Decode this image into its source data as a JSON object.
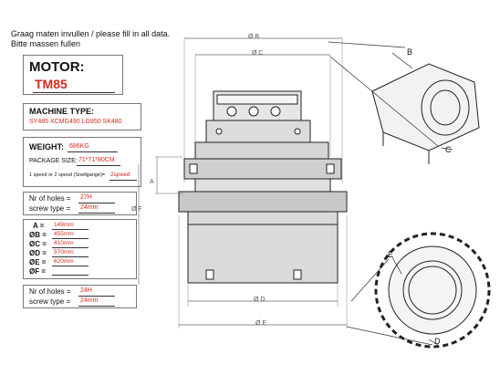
{
  "header": {
    "line1": "Graag maten invullen / please fill in all data.",
    "line2": "Bitte massen fullen"
  },
  "motor": {
    "label": "MOTOR:",
    "value": "TM85"
  },
  "machine": {
    "label": "MACHINE TYPE:",
    "value": "SY485 XCMG490 LG950 SK480"
  },
  "weight": {
    "label": "WEIGHT:",
    "value": "686KG"
  },
  "package": {
    "label": "PACKAGE SIZE:",
    "value": "71*71*80CM"
  },
  "speed": {
    "label": "1 speed or 2 speed (Snellgange)=",
    "value": "2speed"
  },
  "holes_top": {
    "nr_label": "Nr of holes =",
    "nr_value": "27H",
    "screw_label": "screw type =",
    "screw_value": "24mm"
  },
  "dimensions": [
    {
      "label": "A =",
      "value": "149mm"
    },
    {
      "label": "ØB =",
      "value": "455mm"
    },
    {
      "label": "ØC =",
      "value": "410mm"
    },
    {
      "label": "ØD =",
      "value": "570mm"
    },
    {
      "label": "ØE =",
      "value": "620mm"
    },
    {
      "label": "ØF =",
      "value": ""
    }
  ],
  "holes_bottom": {
    "nr_label": "Nr of holes =",
    "nr_value": "24H",
    "screw_label": "screw type =",
    "screw_value": "24mm"
  },
  "drawing_labels": {
    "b_top": "Ø B",
    "c_top": "Ø C",
    "a_side": "A",
    "f_side": "Ø F",
    "d_bottom": "Ø D",
    "e_bottom": "Ø E",
    "callout_b": "B",
    "callout_c": "C",
    "callout_e": "E",
    "callout_d": "D"
  },
  "colors": {
    "accent": "#d42a1e",
    "border": "#777777",
    "ink": "#111111"
  }
}
